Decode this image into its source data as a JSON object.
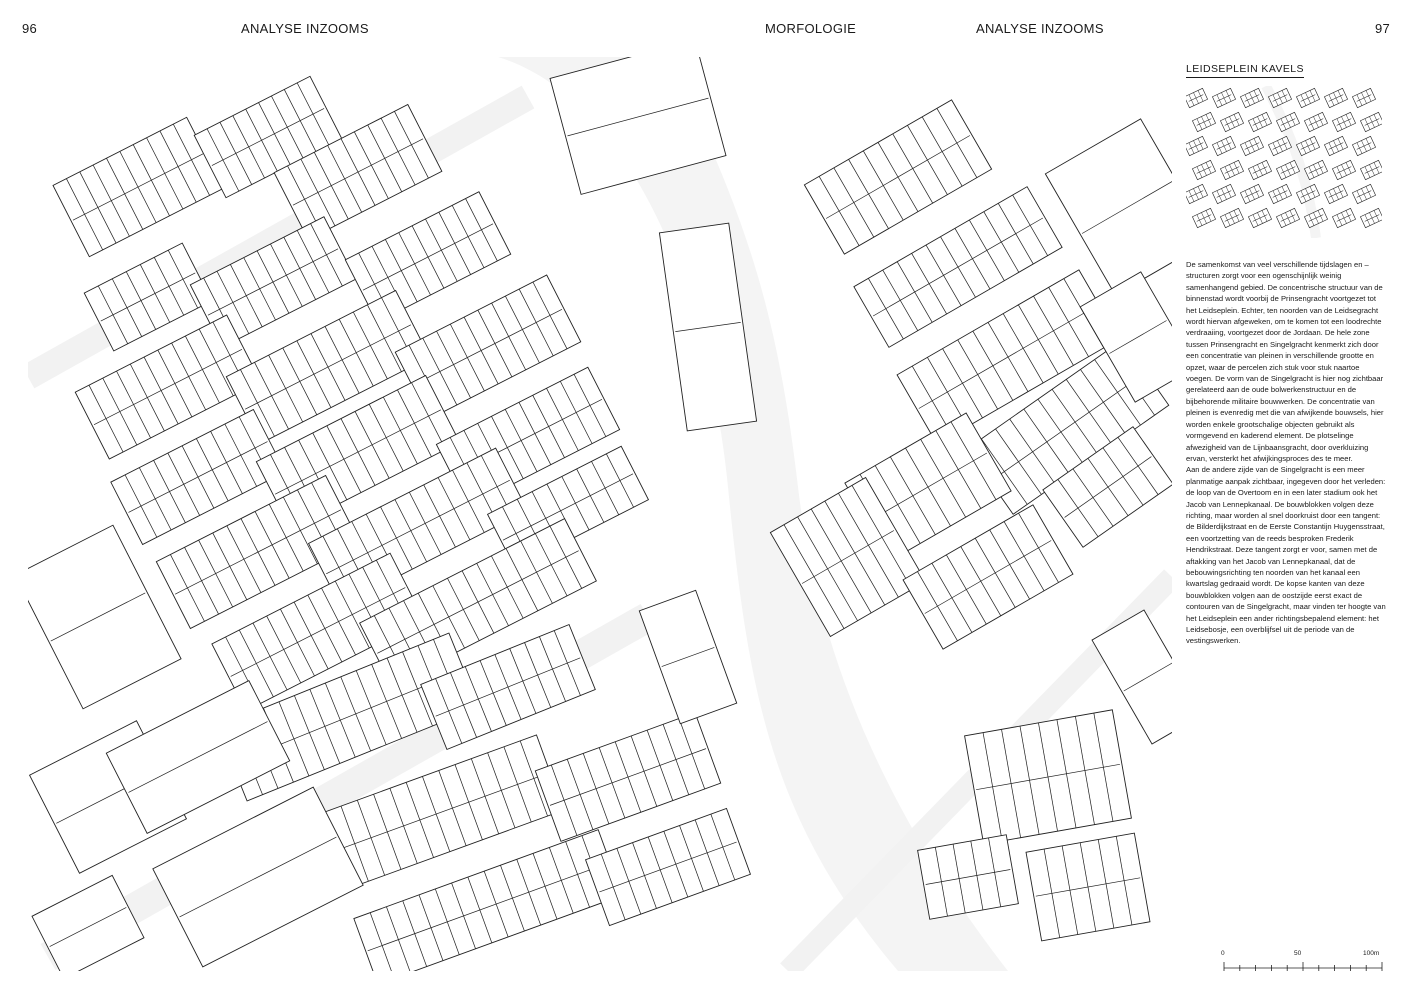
{
  "header": {
    "left_page_number": "96",
    "left_title": "ANALYSE INZOOMS",
    "center_title": "MORFOLOGIE",
    "right_title": "ANALYSE INZOOMS",
    "right_page_number": "97"
  },
  "inset": {
    "title": "LEIDSEPLEIN KAVELS"
  },
  "body": {
    "paragraph_1": "De samenkomst van veel verschillende tijdslagen en –structuren zorgt voor een ogenschijnlijk weinig samenhangend gebied. De concentrische structuur van de binnenstad wordt voorbij de Prinsengracht voortgezet tot het Leidseplein. Echter, ten noorden van de Leidsegracht wordt hiervan afgeweken, om te komen tot een loodrechte verdraaiing, voortgezet door de Jordaan. De hele zone tussen Prinsengracht en Singelgracht kenmerkt zich door een concentratie van pleinen in verschillende grootte en opzet, waar de percelen zich stuk voor stuk naartoe voegen. De vorm van de Singelgracht is hier nog zichtbaar gerelateerd aan de oude bolwerkenstructuur en de bijbehorende militaire bouwwerken. De concentratie van pleinen is evenredig met die van afwijkende bouwsels, hier worden enkele grootschalige objecten gebruikt als vormgevend en kaderend element. De plotselinge afwezigheid van de Lijnbaansgracht, door overkluizing ervan, versterkt het afwijkingsproces des te meer.",
    "paragraph_2": "Aan de andere zijde van de Singelgracht is een meer planmatige aanpak zichtbaar, ingegeven door het verleden: de loop van de Overtoom en in een later stadium ook het Jacob van Lennepkanaal. De bouwblokken volgen deze richting, maar worden al snel doorkruist door een tangent: de Bilderdijkstraat en de Eerste Constantijn Huygensstraat, een voortzetting van de reeds besproken Frederik Hendrikstraat. Deze tangent zorgt er voor, samen met de aftakking van het Jacob van Lennepkanaal, dat de bebouwingsrichting ten noorden van het kanaal een kwartslag gedraaid wordt. De kopse kanten van deze bouwblokken volgen aan de oostzijde eerst exact de contouren van de Singelgracht, maar vinden ter hoogte van het Leidseplein een ander richtingsbepalend element: het Leidsebosje, een overblijfsel uit de periode van de vestingswerken."
  },
  "scale_bar": {
    "labels": [
      "0",
      "50",
      "100m"
    ]
  },
  "colors": {
    "text": "#1a1a1a",
    "map_line": "#222222",
    "street_fill": "#f2f2f2",
    "water_fill": "#f4f4f4"
  }
}
